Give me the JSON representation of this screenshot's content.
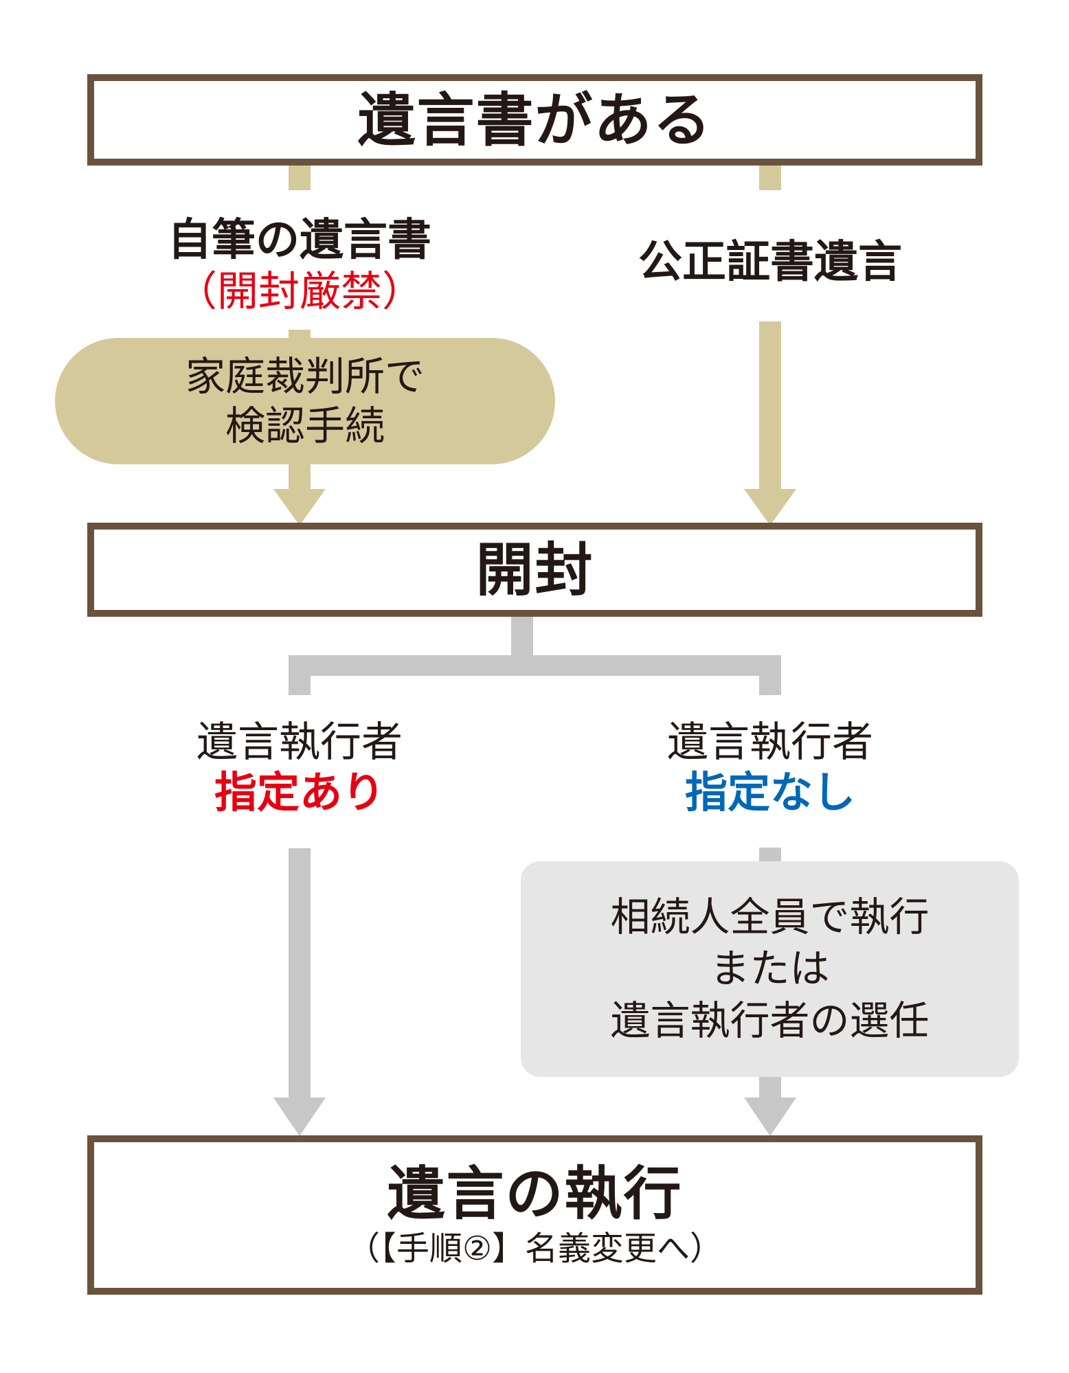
{
  "top_box": {
    "title": "遺言書がある"
  },
  "left_branch": {
    "title": "自筆の遺言書",
    "note": "（開封厳禁）",
    "step_line1": "家庭裁判所で",
    "step_line2": "検認手続"
  },
  "right_branch": {
    "title": "公正証書遺言"
  },
  "open_box": {
    "title": "開封"
  },
  "executor_yes": {
    "line1": "遺言執行者",
    "line2": "指定あり"
  },
  "executor_no": {
    "line1": "遺言執行者",
    "line2": "指定なし",
    "step_line1": "相続人全員で執行",
    "step_line2": "または",
    "step_line3": "遺言執行者の選任"
  },
  "final_box": {
    "title": "遺言の執行",
    "subtitle": "（【手順②】名義変更へ）"
  },
  "colors": {
    "box_border": "#6b523d",
    "tan": "#d4c99b",
    "gray_connector": "#c7c7c7",
    "gray_box": "#e6e6e6",
    "red": "#e60012",
    "blue": "#0068b7"
  }
}
